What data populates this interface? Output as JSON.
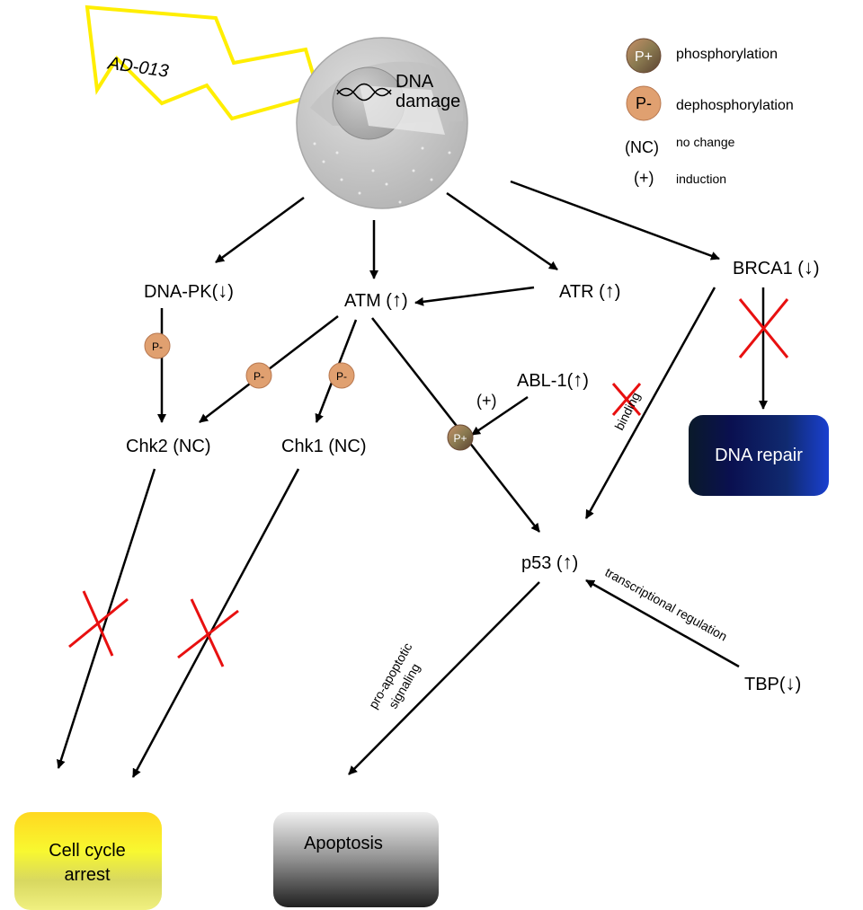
{
  "drug": "AD-013",
  "cell": {
    "label_line1": "DNA",
    "label_line2": "damage"
  },
  "legend": {
    "phos_badge": "P+",
    "phos_label": "phosphorylation",
    "dephos_badge": "P-",
    "dephos_label": "dephosphorylation",
    "nc_symbol": "(NC)",
    "nc_label": "no change",
    "ind_symbol": "(+)",
    "ind_label": "induction"
  },
  "nodes": {
    "dnapk": {
      "name": "DNA-PK(",
      "close": ")"
    },
    "atm": {
      "name": "ATM (",
      "close": ")"
    },
    "atr": {
      "name": "ATR (",
      "close": ")"
    },
    "brca1": {
      "name": "BRCA1 (",
      "close": ")"
    },
    "abl1": {
      "name": "ABL-1(",
      "close": ")"
    },
    "chk2": {
      "name": "Chk2",
      "status": "(NC)"
    },
    "chk1": {
      "name": "Chk1",
      "status": "(NC)"
    },
    "p53": {
      "name": "p53 (",
      "close": ")"
    },
    "tbp": {
      "name": "TBP(",
      "close": ")"
    }
  },
  "badges": {
    "dephos": "P-",
    "phos": "P+"
  },
  "edge_labels": {
    "induction": "(+)",
    "binding": "binding",
    "transcriptional": "transcriptional regulation",
    "proapoptotic_1": "pro-apoptotic",
    "proapoptotic_2": "signaling"
  },
  "outcomes": {
    "dna_repair": "DNA repair",
    "cell_cycle_1": "Cell cycle",
    "cell_cycle_2": "arrest",
    "apoptosis": "Apoptosis"
  },
  "colors": {
    "bolt": "#ffee00",
    "cell": "#c8c8c8",
    "badge_dephos": "#e0a070",
    "badge_phos": "#8a6a50",
    "inhibit_cross": "#e81010",
    "dna_repair_box": "#0a2a70",
    "cell_cycle_box": "#f8f000",
    "apoptosis_box": "#707070"
  }
}
